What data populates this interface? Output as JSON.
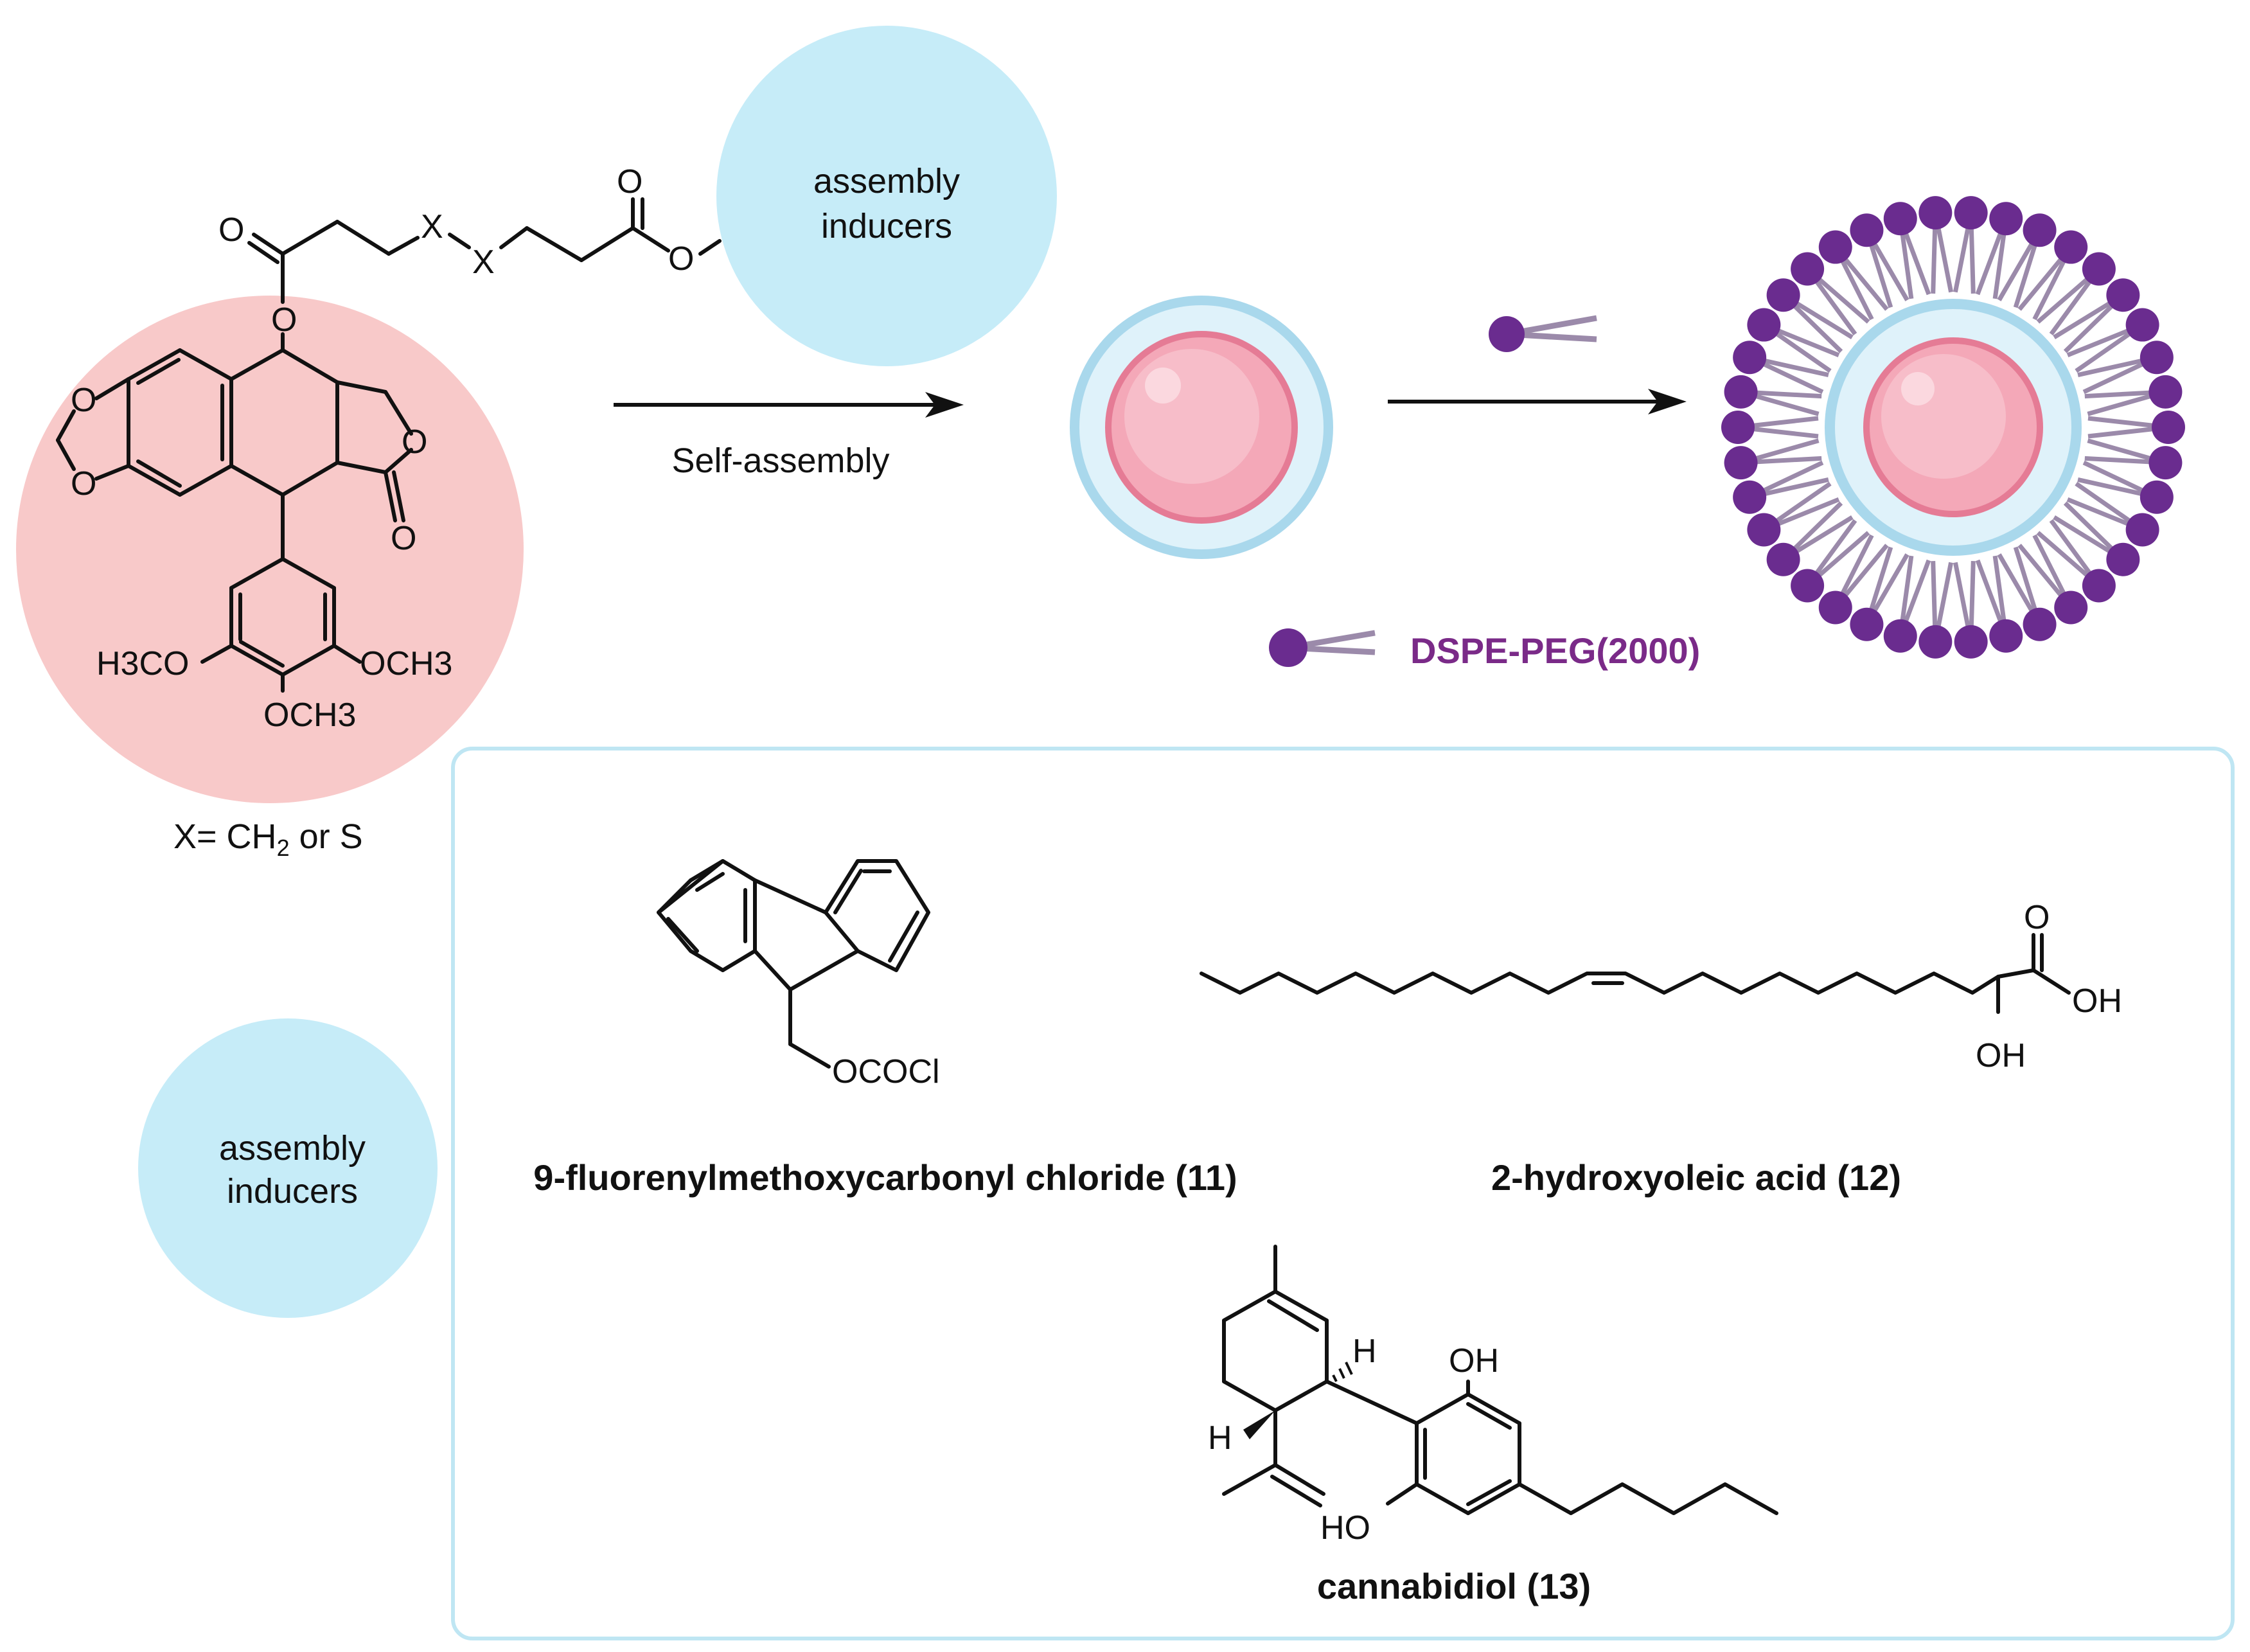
{
  "prodrug": {
    "x_definition_prefix": "X= CH",
    "x_definition_sub": "2",
    "x_definition_suffix": " or S",
    "atoms": {
      "x": "X",
      "o": "O",
      "methoxy_left": "H3CO",
      "methoxy_right": "OCH3",
      "methoxy_bottom": "OCH3"
    }
  },
  "inducer_top": {
    "line1": "assembly",
    "line2": "inducers"
  },
  "inducer_left": {
    "line1": "assembly",
    "line2": "inducers"
  },
  "self_assembly_label": "Self-assembly",
  "dspe_peg_label": "DSPE-PEG(2000)",
  "compounds": {
    "fmoc": {
      "name": "9-fluorenylmethoxycarbonyl chloride (11)",
      "group": "OCOCl"
    },
    "hydroxyoleic": {
      "name": "2-hydroxyoleic acid (12)",
      "oh1": "OH",
      "oh2": "OH",
      "o": "O"
    },
    "cannabidiol": {
      "name": "cannabidiol (13)",
      "oh_top": "OH",
      "ho_bottom": "HO",
      "h1": "H",
      "h2": "H"
    }
  },
  "colors": {
    "prodrug_circle": "#f8c9c9",
    "inducer_circle": "#c6ecf8",
    "core_pink": "#f4a8b8",
    "shell_blue": "#a9d8ec",
    "lipid_head": "#6a2c8f",
    "lipid_tail": "#9b8aaa",
    "dspe_text": "#7a2a88",
    "box_border": "#bfe6f3"
  }
}
